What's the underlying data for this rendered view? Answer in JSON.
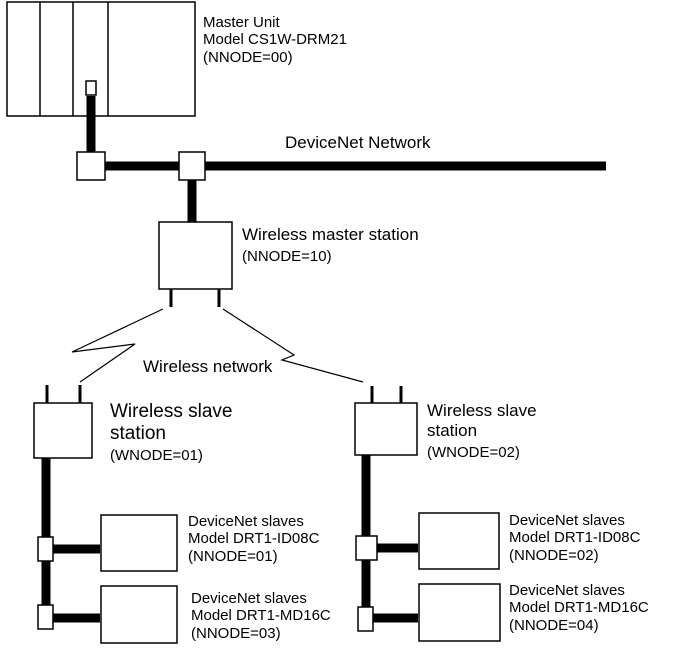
{
  "master_unit": {
    "title": "Master Unit",
    "model": "Model CS1W-DRM21",
    "node": "(NNODE=00)"
  },
  "devicenet_network": {
    "label": "DeviceNet Network"
  },
  "wireless_master": {
    "title": "Wireless master station",
    "node": "(NNODE=10)"
  },
  "wireless_network": {
    "label": "Wireless network"
  },
  "slave_station_1": {
    "title_line1": "Wireless slave",
    "title_line2": "station",
    "node": "(WNODE=01)"
  },
  "slave_station_2": {
    "title_line1": "Wireless slave",
    "title_line2": "station",
    "node": "(WNODE=02)"
  },
  "slaves": [
    {
      "title": "DeviceNet slaves",
      "model": "Model DRT1-ID08C",
      "node": "(NNODE=01)"
    },
    {
      "title": "DeviceNet slaves",
      "model": "Model DRT1-MD16C",
      "node": "(NNODE=03)"
    },
    {
      "title": "DeviceNet slaves",
      "model": "Model DRT1-ID08C",
      "node": "(NNODE=02)"
    },
    {
      "title": "DeviceNet slaves",
      "model": "Model DRT1-MD16C",
      "node": "(NNODE=04)"
    }
  ]
}
